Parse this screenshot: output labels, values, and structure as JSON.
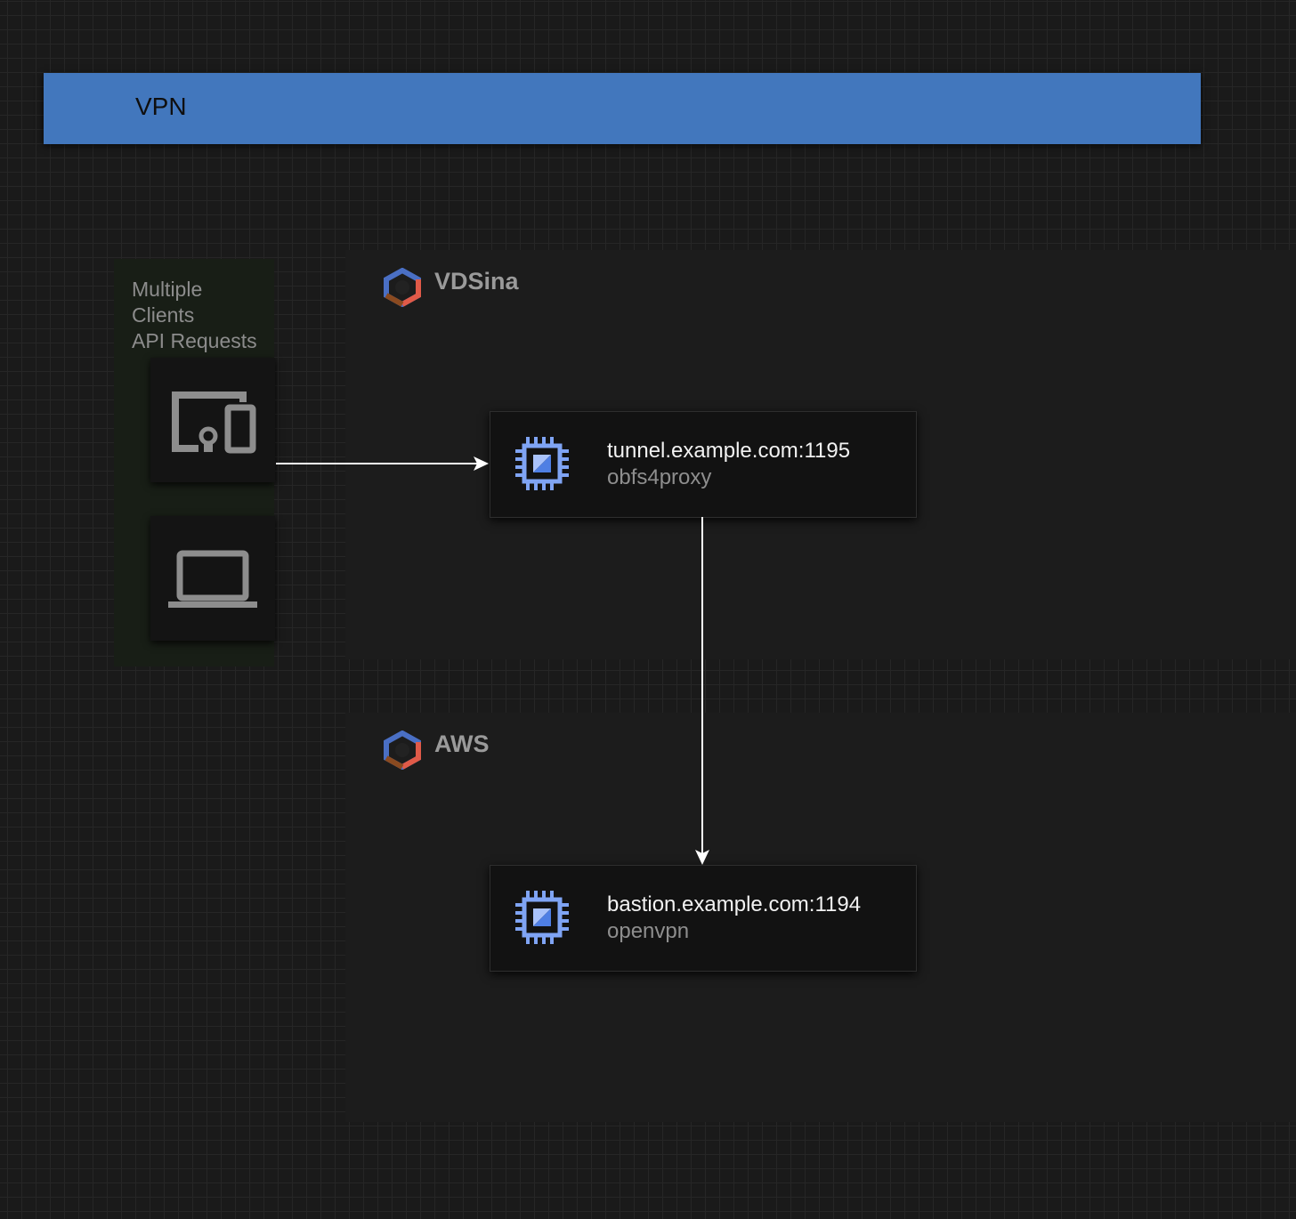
{
  "banner": {
    "title": "VPN",
    "color": "#4277bd"
  },
  "zones": {
    "vdsina": {
      "label": "VDSina",
      "icon": "cloud-hexagon-icon"
    },
    "aws": {
      "label": "AWS",
      "icon": "cloud-hexagon-icon"
    }
  },
  "clients": {
    "label_lines": [
      "Multiple",
      "Clients",
      "API Requests"
    ],
    "devices": [
      {
        "icon": "devices-icon"
      },
      {
        "icon": "laptop-icon"
      }
    ]
  },
  "nodes": {
    "tunnel": {
      "host": "tunnel.example.com:1195",
      "service": "obfs4proxy",
      "icon": "cpu-chip-icon"
    },
    "bastion": {
      "host": "bastion.example.com:1194",
      "service": "openvpn",
      "icon": "cpu-chip-icon"
    }
  },
  "edges": [
    {
      "from": "clients",
      "to": "tunnel"
    },
    {
      "from": "tunnel",
      "to": "bastion"
    }
  ]
}
